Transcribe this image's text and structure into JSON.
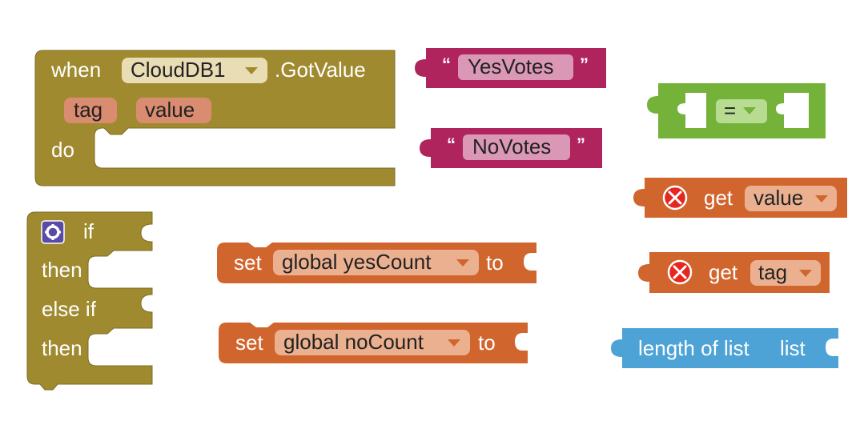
{
  "colors": {
    "control": "#A08A2F",
    "control_dark": "#7E6C24",
    "text_block": "#B0245D",
    "text_field": "#DB97B6",
    "logic": "#74B239",
    "variable": "#D1652E",
    "variable_field": "#EBB08F",
    "list": "#4DA2D6",
    "param_field": "#D98C70",
    "component_field": "#E9DDB6",
    "gear": "#5A4BA6",
    "error": "#E5271F"
  },
  "event_block": {
    "when_label": "when",
    "component": "CloudDB1",
    "event_name": ".GotValue",
    "params": [
      "tag",
      "value"
    ],
    "do_label": "do"
  },
  "if_block": {
    "if_label": "if",
    "then_label": "then",
    "else_if_label": "else if",
    "then2_label": "then",
    "gear_icon": "gear-icon"
  },
  "text_blocks": {
    "open_quote": "“",
    "close_quote": "”",
    "yes_votes": "YesVotes",
    "no_votes": "NoVotes"
  },
  "compare_block": {
    "operator": "="
  },
  "get_blocks": {
    "get_label": "get",
    "value_var": "value",
    "tag_var": "tag",
    "error_icon": "error-x-icon"
  },
  "set_blocks": {
    "set_label": "set",
    "to_label": "to",
    "yes_var": "global yesCount",
    "no_var": "global noCount"
  },
  "list_block": {
    "label": "length of list",
    "socket_label": "list"
  }
}
